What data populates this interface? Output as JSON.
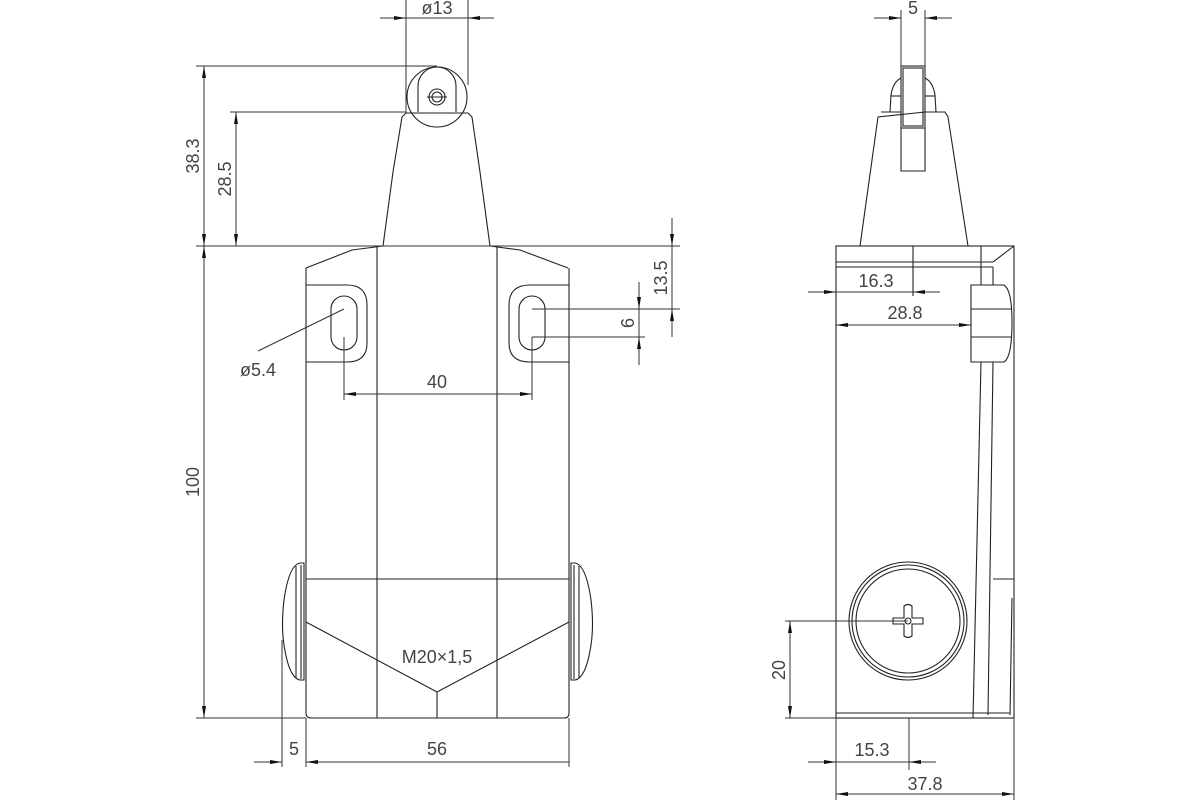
{
  "drawing": {
    "front_view": {
      "labels": {
        "roller_diameter": "ø13",
        "overall_height_top": "38.3",
        "plunger_height": "28.5",
        "body_height": "100",
        "slot_diameter": "ø5.4",
        "hole_spacing": "40",
        "slot_offset": "13.5",
        "slot_length": "6",
        "thread": "M20×1,5",
        "gland_offset": "5",
        "body_width": "56"
      }
    },
    "side_view": {
      "labels": {
        "roller_width": "5",
        "axis_offset": "16.3",
        "to_stud": "28.8",
        "entry_height": "20",
        "entry_offset": "15.3",
        "body_depth": "37.8"
      }
    },
    "colors": {
      "line": "#222222",
      "text": "#444444",
      "background": "#ffffff"
    }
  }
}
